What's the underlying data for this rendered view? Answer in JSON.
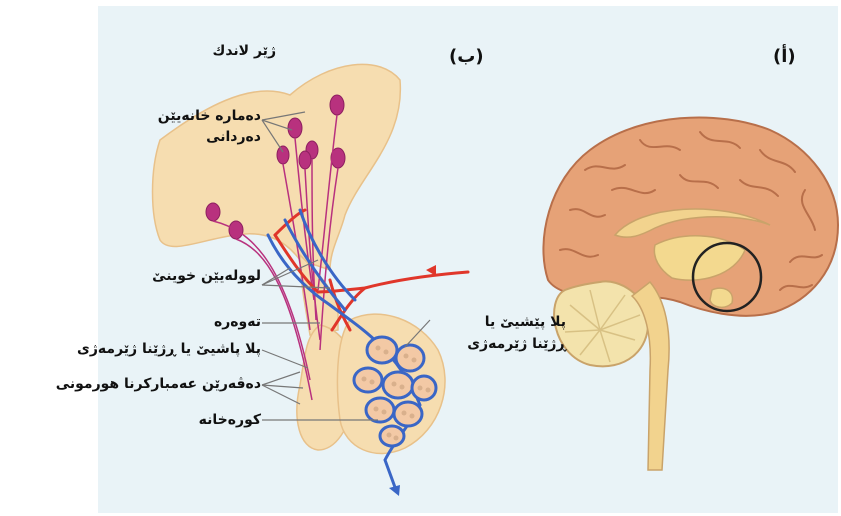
{
  "panel_a": {
    "tag": "(أ)"
  },
  "panel_b": {
    "tag": "(ب)",
    "labels": {
      "hypothalamus": "ژێر لاندك",
      "neurosecretory_line1": "دەمارە خانەیێن",
      "neurosecretory_line2": "دەردانی",
      "blood_vessels": "لوولەیێن خوینێ",
      "stalk": "تەوەرە",
      "posterior_pituitary": "پلا پاشیێ یا ڕژێنا ژێرمەژی",
      "hormone_release_sites": "دەڤەرێن عەمبارکرنا هورمونی",
      "cells": "کورەخانە",
      "anterior_line1": "پلا پێشیێ یا",
      "anterior_line2": "ڕژێنا ژێرمەژی"
    }
  },
  "colors": {
    "panel_bg": "#e9f3f7",
    "brain_tissue": "#e6a277",
    "brain_dark": "#b86f4a",
    "gland_tissue": "#f6ddb0",
    "cerebellum": "#f3e3ac",
    "artery": "#e0362a",
    "vein": "#3a66c6",
    "neuron": "#b8317e"
  }
}
